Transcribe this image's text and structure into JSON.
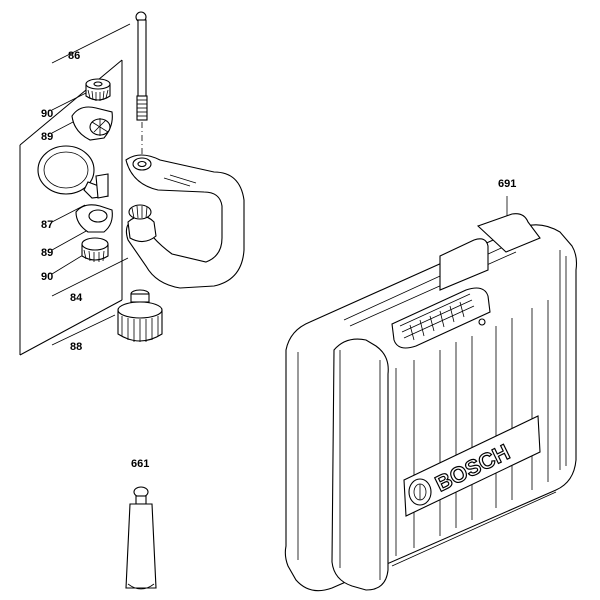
{
  "labels": {
    "p86": "86",
    "p90a": "90",
    "p89a": "89",
    "p87": "87",
    "p89b": "89",
    "p90b": "90",
    "p84": "84",
    "p88": "88",
    "p661": "661",
    "p691": "691"
  },
  "case": {
    "brand": "BOSCH"
  }
}
